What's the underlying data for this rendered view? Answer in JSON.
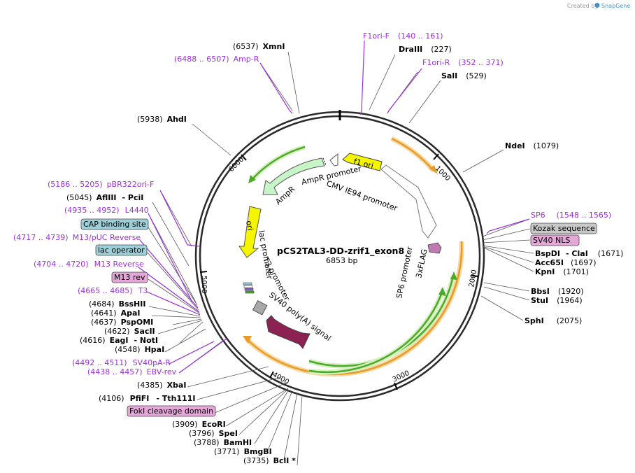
{
  "credit": {
    "created_by": "Created by",
    "brand": "SnapGene"
  },
  "plasmid": {
    "name": "pCS2TAL3-DD-zrif1_exon8",
    "length": "6853 bp"
  },
  "ticks": [
    "1000",
    "2000",
    "3000",
    "4000",
    "5000",
    "6000"
  ],
  "sites": [
    {
      "pos": "(6537)",
      "name": "XmnI"
    },
    {
      "pos": "(227)",
      "name": "DraIII"
    },
    {
      "pos": "(529)",
      "name": "SalI"
    },
    {
      "pos": "(5938)",
      "name": "AhdI"
    },
    {
      "pos": "(1079)",
      "name": "NdeI"
    },
    {
      "pos": "(5045)",
      "name": "AflIII",
      "name2": "- PciI"
    },
    {
      "pos": "(1671)",
      "name": "BspDI",
      "name2": "- ClaI"
    },
    {
      "pos": "(1697)",
      "name": "Acc65I"
    },
    {
      "pos": "(1701)",
      "name": "KpnI"
    },
    {
      "pos": "(1920)",
      "name": "BbsI"
    },
    {
      "pos": "(1964)",
      "name": "StuI"
    },
    {
      "pos": "(2075)",
      "name": "SphI"
    },
    {
      "pos": "(4684)",
      "name": "BssHII"
    },
    {
      "pos": "(4641)",
      "name": "ApaI"
    },
    {
      "pos": "(4637)",
      "name": "PspOMI"
    },
    {
      "pos": "(4622)",
      "name": "SacII"
    },
    {
      "pos": "(4616)",
      "name": "EagI",
      "name2": "- NotI"
    },
    {
      "pos": "(4548)",
      "name": "HpaI"
    },
    {
      "pos": "(4385)",
      "name": "XbaI"
    },
    {
      "pos": "(4106)",
      "name": "PfiFI",
      "name2": "- Tth111I"
    },
    {
      "pos": "(3909)",
      "name": "EcoRI"
    },
    {
      "pos": "(3796)",
      "name": "SpeI"
    },
    {
      "pos": "(3788)",
      "name": "BamHI"
    },
    {
      "pos": "(3771)",
      "name": "BmgBI"
    },
    {
      "pos": "(3735)",
      "name": "BclI *"
    }
  ],
  "primers": [
    {
      "name": "F1ori-F",
      "range": "(140 .. 161)"
    },
    {
      "name": "F1ori-R",
      "range": "(352 .. 371)"
    },
    {
      "name": "Amp-R",
      "range": "(6488 .. 6507)"
    },
    {
      "name": "pBR322ori-F",
      "range": "(5186 .. 5205)"
    },
    {
      "name": "L4440",
      "range": "(4935 .. 4952)"
    },
    {
      "name": "M13/pUC Reverse",
      "range": "(4717 .. 4739)"
    },
    {
      "name": "M13 Reverse",
      "range": "(4704 .. 4720)"
    },
    {
      "name": "T3",
      "range": "(4665 .. 4685)"
    },
    {
      "name": "SV40pA-R",
      "range": "(4492 .. 4511)"
    },
    {
      "name": "EBV-rev",
      "range": "(4438 .. 4457)"
    },
    {
      "name": "SP6",
      "range": "(1548 .. 1565)"
    }
  ],
  "boxed_features": {
    "cap": "CAP binding site",
    "lac_op": "lac operator",
    "m13rev": "M13 rev",
    "kozak": "Kozak sequence",
    "sv40nls": "SV40 NLS",
    "foki": "FokI cleavage domain"
  },
  "features": {
    "f1_ori": "f1 ori",
    "ampr_promoter": "AmpR promoter",
    "cmv": "CMV IE94 promoter",
    "ampr": "AmpR",
    "ori": "ori",
    "lac_promoter": "lac promoter",
    "t3_promoter": "T3 promoter",
    "sv40_polya": "SV40 poly(A) signal",
    "sp6_promoter": "SP6 promoter",
    "flag": "3xFLAG"
  },
  "colors": {
    "primer": "#9b30d9",
    "f1_ori": "#f5f500",
    "ampr": "#c8f5c8",
    "ori": "#f5f500",
    "sv40_polya": "#8b2252",
    "orange_feature": "#e89a2c",
    "green_feature": "#4caa2a",
    "cap_box": "#9ecfd8",
    "pink_box": "#e3a8d8",
    "grey_box": "#c9c9c9"
  }
}
